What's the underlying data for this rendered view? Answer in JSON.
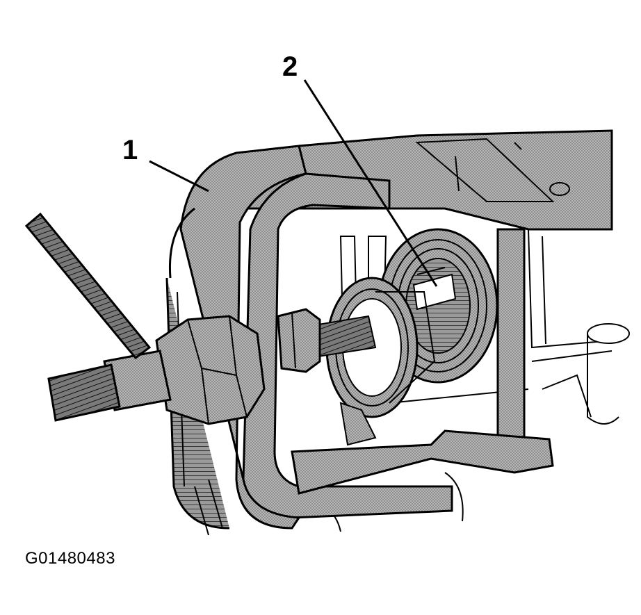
{
  "callouts": [
    {
      "label": "1"
    },
    {
      "label": "2"
    }
  ],
  "figure_id": "G01480483",
  "colors": {
    "fill": "#9a9a9a",
    "fill_light": "#c4c4c4",
    "stroke": "#000000",
    "background": "#ffffff"
  }
}
